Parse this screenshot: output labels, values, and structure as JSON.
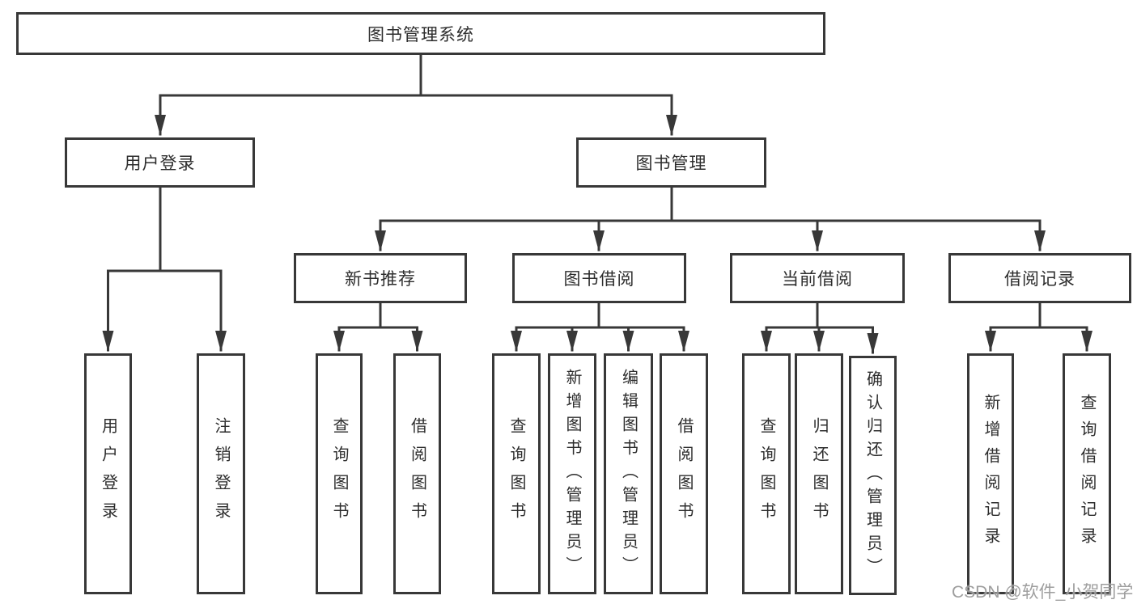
{
  "diagram": {
    "root": {
      "label": "图书管理系统"
    },
    "user_login": {
      "label": "用户登录",
      "children": {
        "login": {
          "label": "用户登录"
        },
        "logout": {
          "label": "注销登录"
        }
      }
    },
    "book_mgmt": {
      "label": "图书管理",
      "children": {
        "new_book": {
          "label": "新书推荐",
          "children": {
            "query": {
              "label": "查询图书"
            },
            "borrow": {
              "label": "借阅图书"
            }
          }
        },
        "borrow": {
          "label": "图书借阅",
          "children": {
            "query": {
              "label": "查询图书"
            },
            "add": {
              "label": "新增图书（管理员）"
            },
            "edit": {
              "label": "编辑图书（管理员）"
            },
            "borrow": {
              "label": "借阅图书"
            }
          }
        },
        "current": {
          "label": "当前借阅",
          "children": {
            "query": {
              "label": "查询图书"
            },
            "return": {
              "label": "归还图书"
            },
            "confirm": {
              "label": "确认归还（管理员）"
            }
          }
        },
        "records": {
          "label": "借阅记录",
          "children": {
            "add": {
              "label": "新增借阅记录"
            },
            "query": {
              "label": "查询借阅记录"
            }
          }
        }
      }
    }
  },
  "watermark": {
    "text": "CSDN @软件_小贺同学"
  },
  "colors": {
    "line": "#383838",
    "box_border": "#383838",
    "box_bg": "#ffffff",
    "text": "#2d2d2d",
    "watermark": "#969696"
  }
}
